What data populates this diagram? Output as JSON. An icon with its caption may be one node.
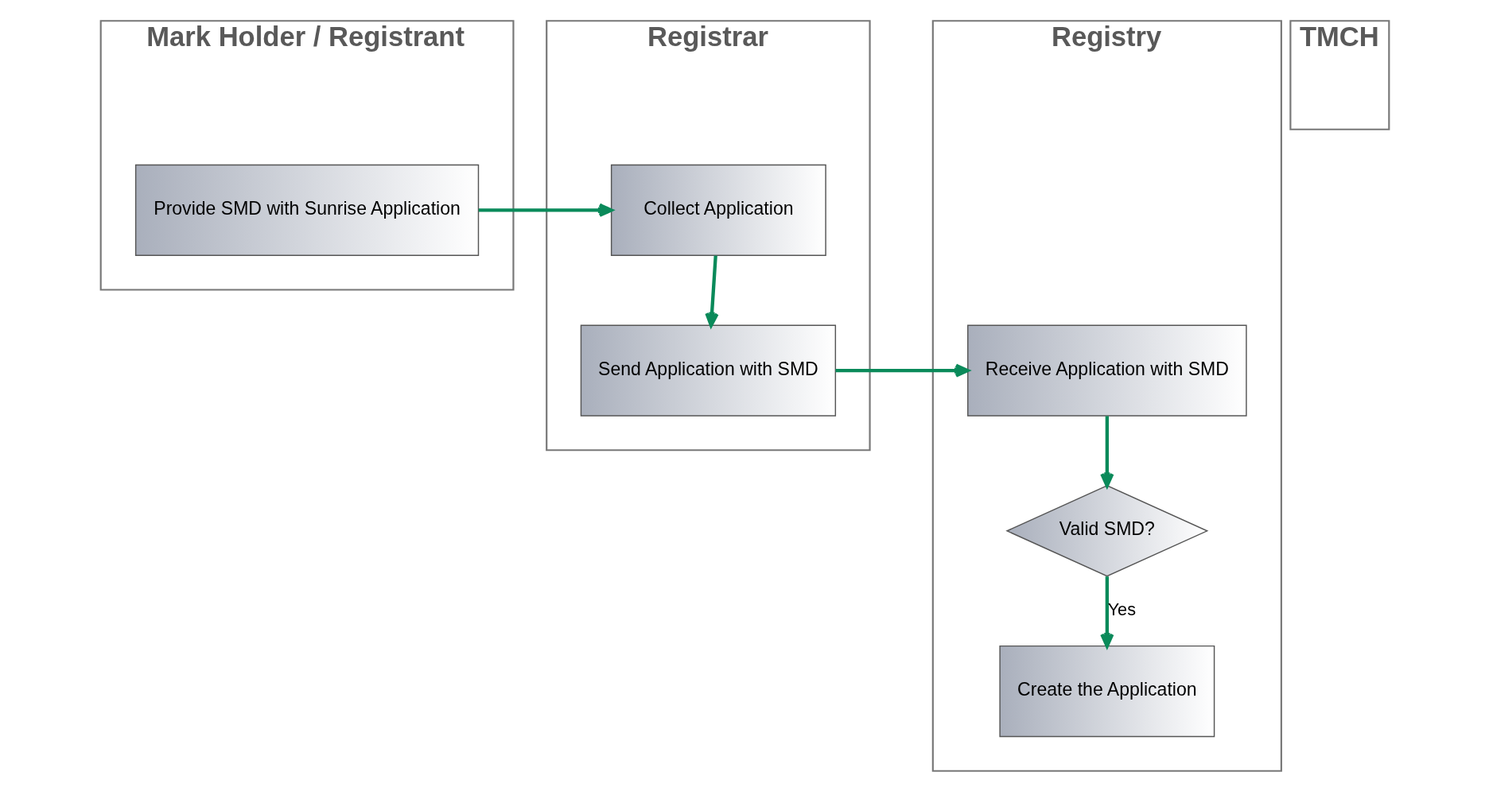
{
  "diagram": {
    "nodes": [
      {
        "text": [
          "Mark Holder / Registrant"
        ]
      },
      {
        "text": [
          "Registrar"
        ]
      },
      {
        "text": [
          "Registry"
        ]
      },
      {
        "text": [
          "TMCH"
        ]
      },
      {
        "text": [
          "Provide SMD with Sunrise Application"
        ],
        "in": 0
      },
      {
        "text": [
          "Collect Application"
        ],
        "in": 1
      },
      {
        "text": [
          "Send Application with SMD"
        ],
        "in": 1
      },
      {
        "text": [
          "Receive Application with SMD"
        ],
        "in": 2
      },
      {
        "text": [
          "Valid SMD?"
        ],
        "in": 2
      },
      {
        "text": [
          "Create the Application"
        ],
        "in": 2
      }
    ],
    "edges": [
      {
        "from": 4,
        "to": 5,
        "arrow": "to"
      },
      {
        "from": 5,
        "to": 6,
        "arrow": "to"
      },
      {
        "from": 6,
        "to": 7,
        "arrow": "to"
      },
      {
        "from": 7,
        "to": 8,
        "arrow": "to"
      },
      {
        "from": 8,
        "to": 9,
        "arrow": "to",
        "label": "Yes"
      }
    ]
  }
}
